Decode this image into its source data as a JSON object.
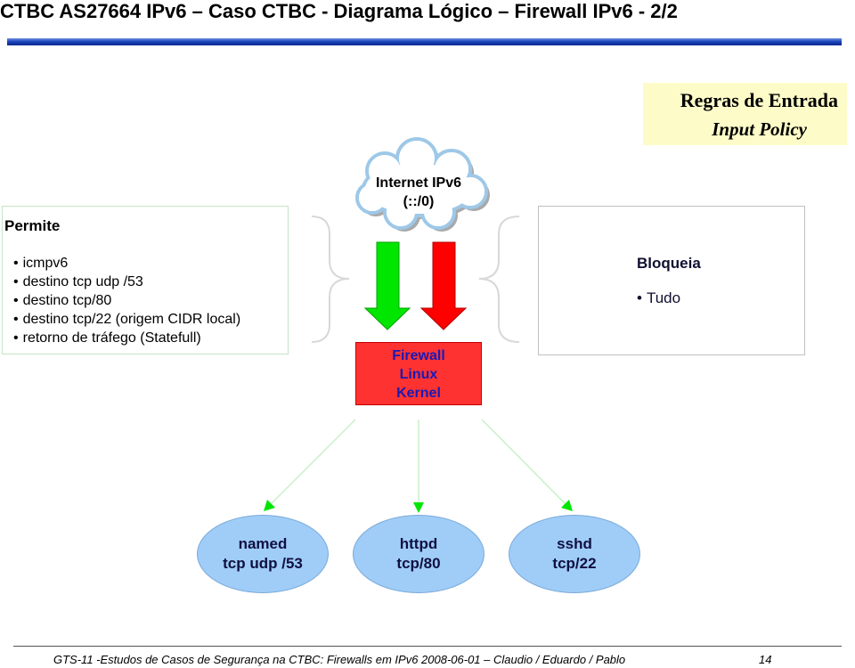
{
  "header": {
    "title": "CTBC AS27664 IPv6 – Caso CTBC - Diagrama Lógico – Firewall IPv6 - 2/2"
  },
  "policy": {
    "line1": "Regras de Entrada",
    "line2": "Input Policy"
  },
  "allow": {
    "title": "Permite",
    "items": [
      "icmpv6",
      "destino tcp udp /53",
      "destino tcp/80",
      "destino tcp/22 (origem CIDR local)",
      "retorno de tráfego (Statefull)"
    ]
  },
  "block": {
    "title": "Bloqueia",
    "items": [
      "Tudo"
    ]
  },
  "internet": {
    "line1": "Internet IPv6",
    "line2": "(::/0)"
  },
  "firewall": {
    "line1": "Firewall",
    "line2": "Linux",
    "line3": "Kernel"
  },
  "services": [
    {
      "name": "named",
      "port": "tcp udp /53"
    },
    {
      "name": "httpd",
      "port": "tcp/80"
    },
    {
      "name": "sshd",
      "port": "tcp/22"
    }
  ],
  "colors": {
    "arrow_in": "#00e600",
    "arrow_out": "#ff0000",
    "firewall": "#ff3232",
    "service": "#9fcdf8",
    "link": "#c8f0c8"
  },
  "footer": {
    "text": "GTS-11 -Estudos de Casos de Segurança na CTBC: Firewalls em IPv6   2008-06-01 – Claudio / Eduardo / Pablo",
    "page": "14"
  }
}
